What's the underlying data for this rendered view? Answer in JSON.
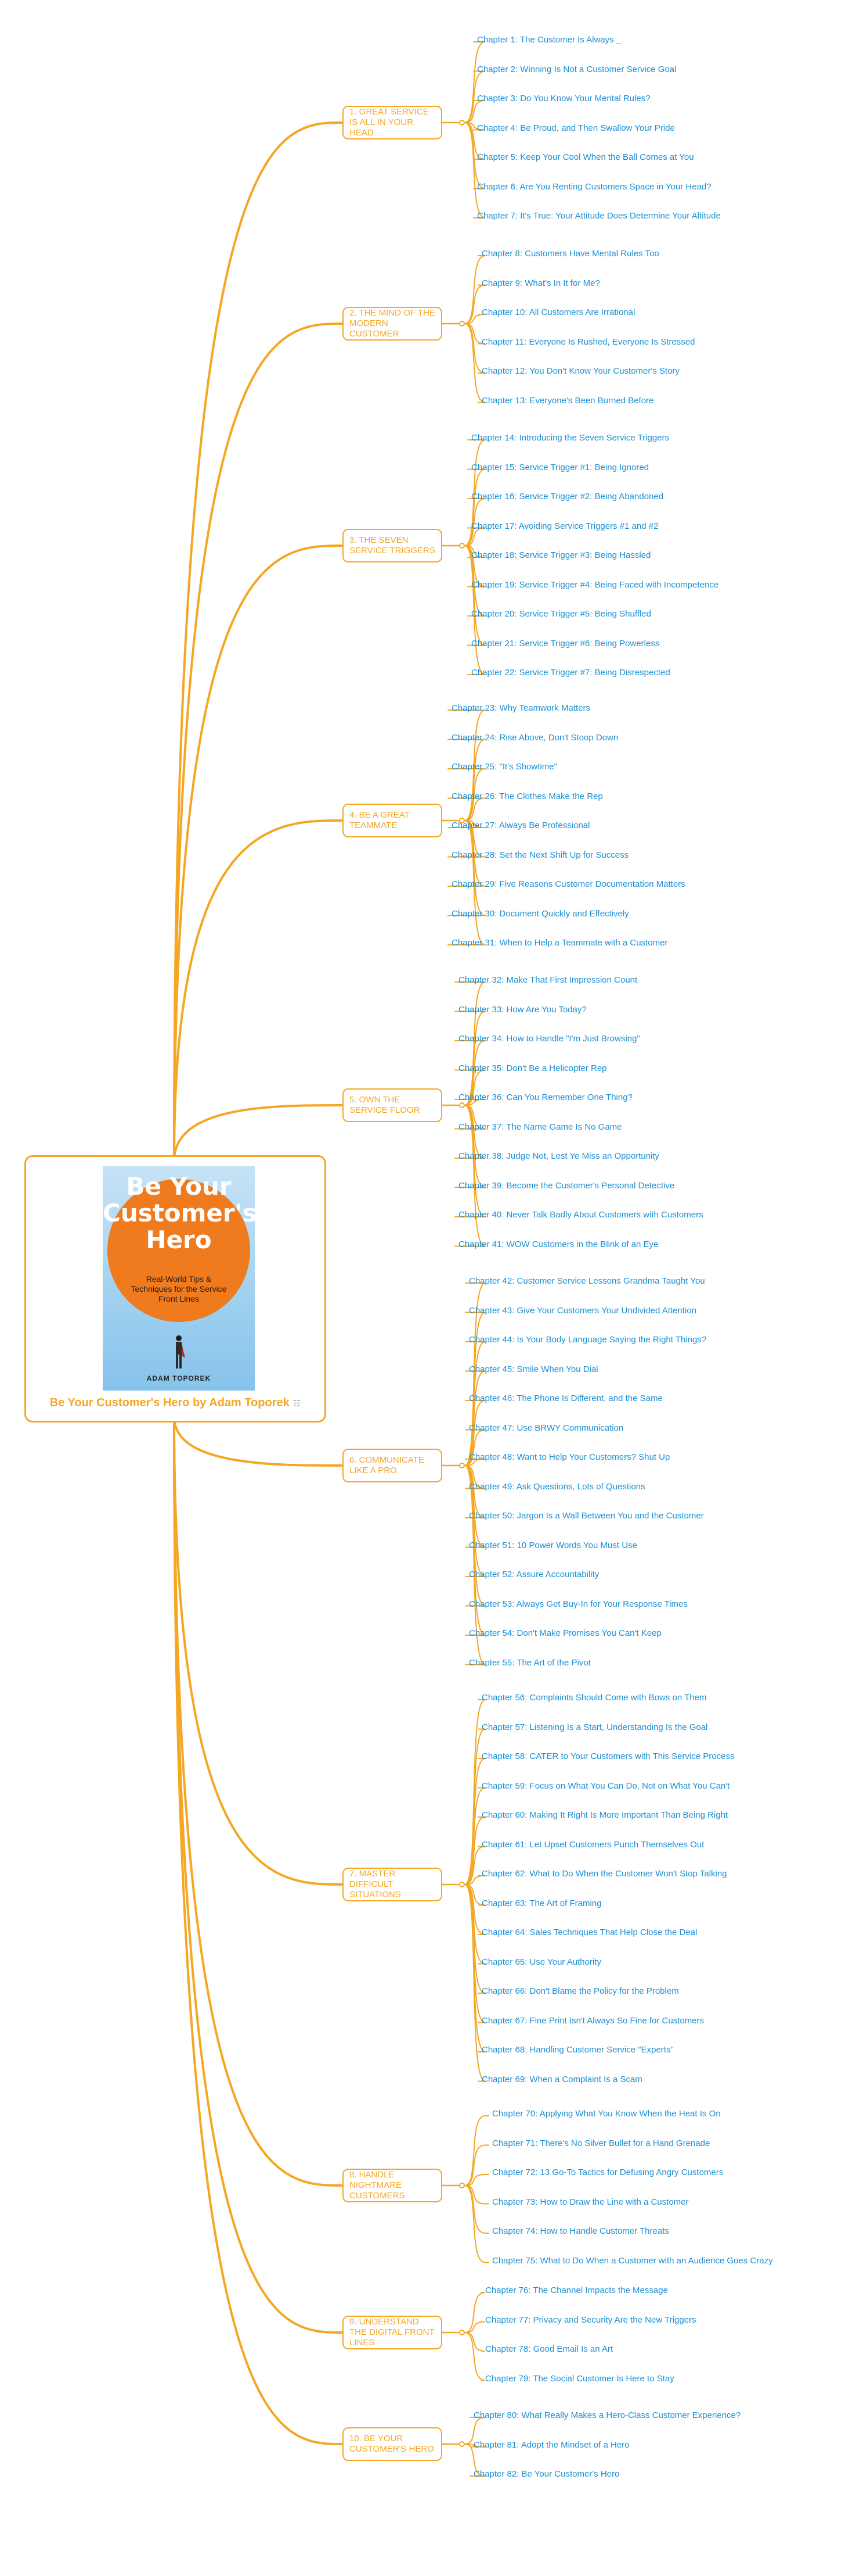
{
  "root": {
    "title": "Be Your Customer's Hero by Adam Toporek",
    "cover_title": "Be Your Customer's Hero",
    "cover_subtitle": "Real-World Tips & Techniques for the Service Front Lines",
    "cover_author": "ADAM TOPOREK"
  },
  "colors": {
    "branch": "#f5a623",
    "chapter_text": "#1a8fd4",
    "cover_orange": "#f07a1e"
  },
  "parts": [
    {
      "label": "1. GREAT SERVICE IS ALL IN YOUR HEAD",
      "chapters": [
        "Chapter 1: The Customer Is Always _",
        "Chapter 2: Winning Is Not a Customer Service Goal",
        "Chapter 3: Do You Know Your Mental Rules?",
        "Chapter 4: Be Proud, and Then Swallow Your Pride",
        "Chapter 5: Keep Your Cool When the Ball Comes at You",
        "Chapter 6: Are You Renting Customers Space in Your Head?",
        "Chapter 7: It's True: Your Attitude Does Determine Your Altitude"
      ]
    },
    {
      "label": "2. THE MIND OF THE MODERN CUSTOMER",
      "chapters": [
        "Chapter 8: Customers Have Mental Rules Too",
        "Chapter 9: What's In It for Me?",
        "Chapter 10: All Customers Are Irrational",
        "Chapter 11: Everyone Is Rushed, Everyone Is Stressed",
        "Chapter 12: You Don't Know Your Customer's Story",
        "Chapter 13: Everyone's Been Burned Before"
      ]
    },
    {
      "label": "3. THE SEVEN SERVICE TRIGGERS",
      "chapters": [
        "Chapter 14: Introducing the Seven Service Triggers",
        "Chapter 15: Service Trigger #1: Being Ignored",
        "Chapter 16: Service Trigger #2: Being Abandoned",
        "Chapter 17: Avoiding Service Triggers #1 and #2",
        "Chapter 18: Service Trigger #3: Being Hassled",
        "Chapter 19: Service Trigger #4: Being Faced with Incompetence",
        "Chapter 20: Service Trigger #5: Being Shuffled",
        "Chapter 21: Service Trigger #6: Being Powerless",
        "Chapter 22: Service Trigger #7: Being Disrespected"
      ]
    },
    {
      "label": "4. BE A GREAT TEAMMATE",
      "chapters": [
        "Chapter 23: Why Teamwork Matters",
        "Chapter 24: Rise Above, Don't Stoop Down",
        "Chapter 25: \"It's Showtime\"",
        "Chapter 26: The Clothes Make the Rep",
        "Chapter 27: Always Be Professional",
        "Chapter 28: Set the Next Shift Up for Success",
        "Chapter 29: Five Reasons Customer Documentation Matters",
        "Chapter 30: Document Quickly and Effectively",
        "Chapter 31: When to Help a Teammate with a Customer"
      ]
    },
    {
      "label": "5. OWN THE SERVICE FLOOR",
      "chapters": [
        "Chapter 32: Make That First Impression Count",
        "Chapter 33: How Are You Today?",
        "Chapter 34: How to Handle \"I'm Just Browsing\"",
        "Chapter 35: Don't Be a Helicopter Rep",
        "Chapter 36: Can You Remember One Thing?",
        "Chapter 37: The Name Game Is No Game",
        "Chapter 38: Judge Not, Lest Ye Miss an Opportunity",
        "Chapter 39: Become the Customer's Personal Detective",
        "Chapter 40: Never Talk Badly About Customers with Customers",
        "Chapter 41: WOW Customers in the Blink of an Eye"
      ]
    },
    {
      "label": "6. COMMUNICATE LIKE A PRO",
      "chapters": [
        "Chapter 42: Customer Service Lessons Grandma Taught You",
        "Chapter 43: Give Your Customers Your Undivided Attention",
        "Chapter 44: Is Your Body Language Saying the Right Things?",
        "Chapter 45: Smile When You Dial",
        "Chapter 46: The Phone Is Different, and the Same",
        "Chapter 47: Use BRWY Communication",
        "Chapter 48: Want to Help Your Customers? Shut Up",
        "Chapter 49: Ask Questions, Lots of Questions",
        "Chapter 50: Jargon Is a Wall Between You and the Customer",
        "Chapter 51: 10 Power Words You Must Use",
        "Chapter 52: Assure Accountability",
        "Chapter 53: Always Get Buy-In for Your Response Times",
        "Chapter 54: Don't Make Promises You Can't Keep",
        "Chapter 55: The Art of the Pivot"
      ]
    },
    {
      "label": "7. MASTER DIFFICULT SITUATIONS",
      "chapters": [
        "Chapter 56: Complaints Should Come with Bows on Them",
        "Chapter 57: Listening Is a Start, Understanding Is the Goal",
        "Chapter 58: CATER to Your Customers with This Service Process",
        "Chapter 59: Focus on What You Can Do, Not on What You Can't",
        "Chapter 60: Making It Right Is More Important Than Being Right",
        "Chapter 61: Let Upset Customers Punch Themselves Out",
        "Chapter 62: What to Do When the Customer Won't Stop Talking",
        "Chapter 63: The Art of Framing",
        "Chapter 64: Sales Techniques That Help Close the Deal",
        "Chapter 65: Use Your Authority",
        "Chapter 66: Don't Blame the Policy for the Problem",
        "Chapter 67: Fine Print Isn't Always So Fine for Customers",
        "Chapter 68: Handling Customer Service \"Experts\"",
        "Chapter 69: When a Complaint Is a Scam"
      ]
    },
    {
      "label": "8. HANDLE NIGHTMARE CUSTOMERS",
      "chapters": [
        "Chapter 70: Applying What You Know When the Heat Is On",
        "Chapter 71: There's No Silver Bullet for a Hand Grenade",
        "Chapter 72: 13 Go-To Tactics for Defusing Angry Customers",
        "Chapter 73: How to Draw the Line with a Customer",
        "Chapter 74: How to Handle Customer Threats",
        "Chapter 75: What to Do When a Customer with an Audience Goes Crazy"
      ]
    },
    {
      "label": "9. UNDERSTAND THE DIGITAL FRONT LINES",
      "chapters": [
        "Chapter 76: The Channel Impacts the Message",
        "Chapter 77: Privacy and Security Are the New Triggers",
        "Chapter 78: Good Email Is an Art",
        "Chapter 79: The Social Customer Is Here to Stay"
      ]
    },
    {
      "label": "10. BE YOUR CUSTOMER'S HERO",
      "chapters": [
        "Chapter 80: What Really Makes a Hero-Class Customer Experience?",
        "Chapter 81: Adopt the Mindset of a Hero",
        "Chapter 82: Be Your Customer's Hero"
      ]
    }
  ]
}
